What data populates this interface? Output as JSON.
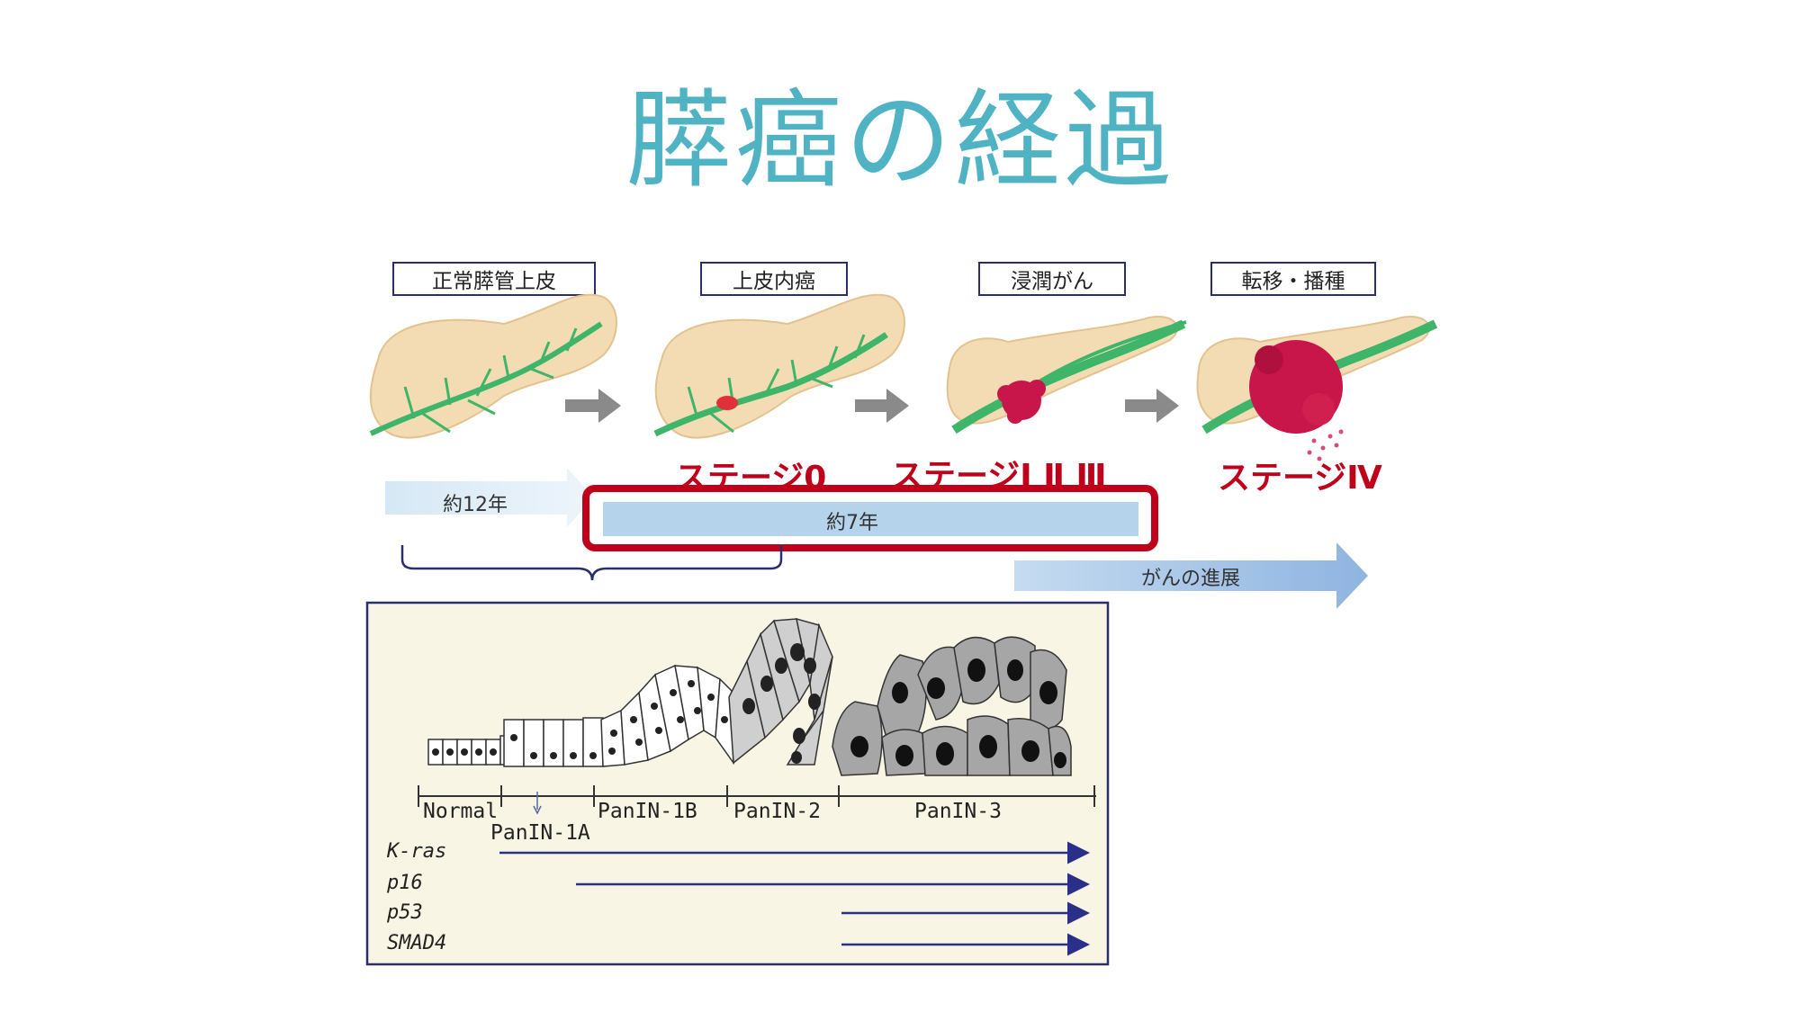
{
  "title": "膵癌の経過",
  "boxes": [
    "正常膵管上皮",
    "上皮内癌",
    "浸潤がん",
    "転移・播種"
  ],
  "stages": [
    "ステージ0",
    "ステージⅠ Ⅱ Ⅲ",
    "ステージⅣ"
  ],
  "timeline": {
    "period1": "約12年",
    "period2": "約7年",
    "progression": "がんの進展"
  },
  "panin": {
    "normal": "Normal",
    "p1a": "PanIN-1A",
    "p1b": "PanIN-1B",
    "p2": "PanIN-2",
    "p3": "PanIN-3"
  },
  "genes": [
    "K-ras",
    "p16",
    "p53",
    "SMAD4"
  ],
  "colors": {
    "title": "#4fb3c4",
    "stage": "#c0001a",
    "highlight": "#c0001a",
    "duct": "#3fb56a",
    "pancreas": "#f3dcb3",
    "tumor": "#c8154a",
    "gene_arrow": "#2a2f8a"
  }
}
